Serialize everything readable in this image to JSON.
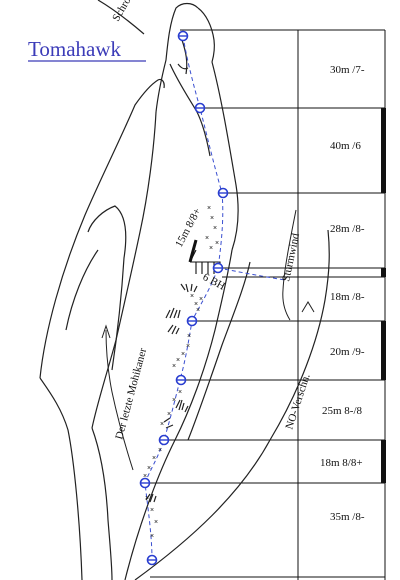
{
  "title": "Tomahawk",
  "top_label": "Schro",
  "pitches": [
    "30m /7-",
    "40m /6",
    "28m /8-",
    "18m /8-",
    "20m /9-",
    "25m 8-/8",
    "18m  8/8+",
    "35m /8-"
  ],
  "labels": {
    "bolt_pitch": "15m 8/8+",
    "bolts": "6 BH",
    "sturmwind": "Sturmwind",
    "mohikaner": "Der letzte Mohikaner",
    "noverschn": "NO-Verschn."
  },
  "colors": {
    "title": "#3b3bb8",
    "route": "#3a4fd0",
    "belay": "#2a3ed0",
    "rock": "#222222"
  }
}
